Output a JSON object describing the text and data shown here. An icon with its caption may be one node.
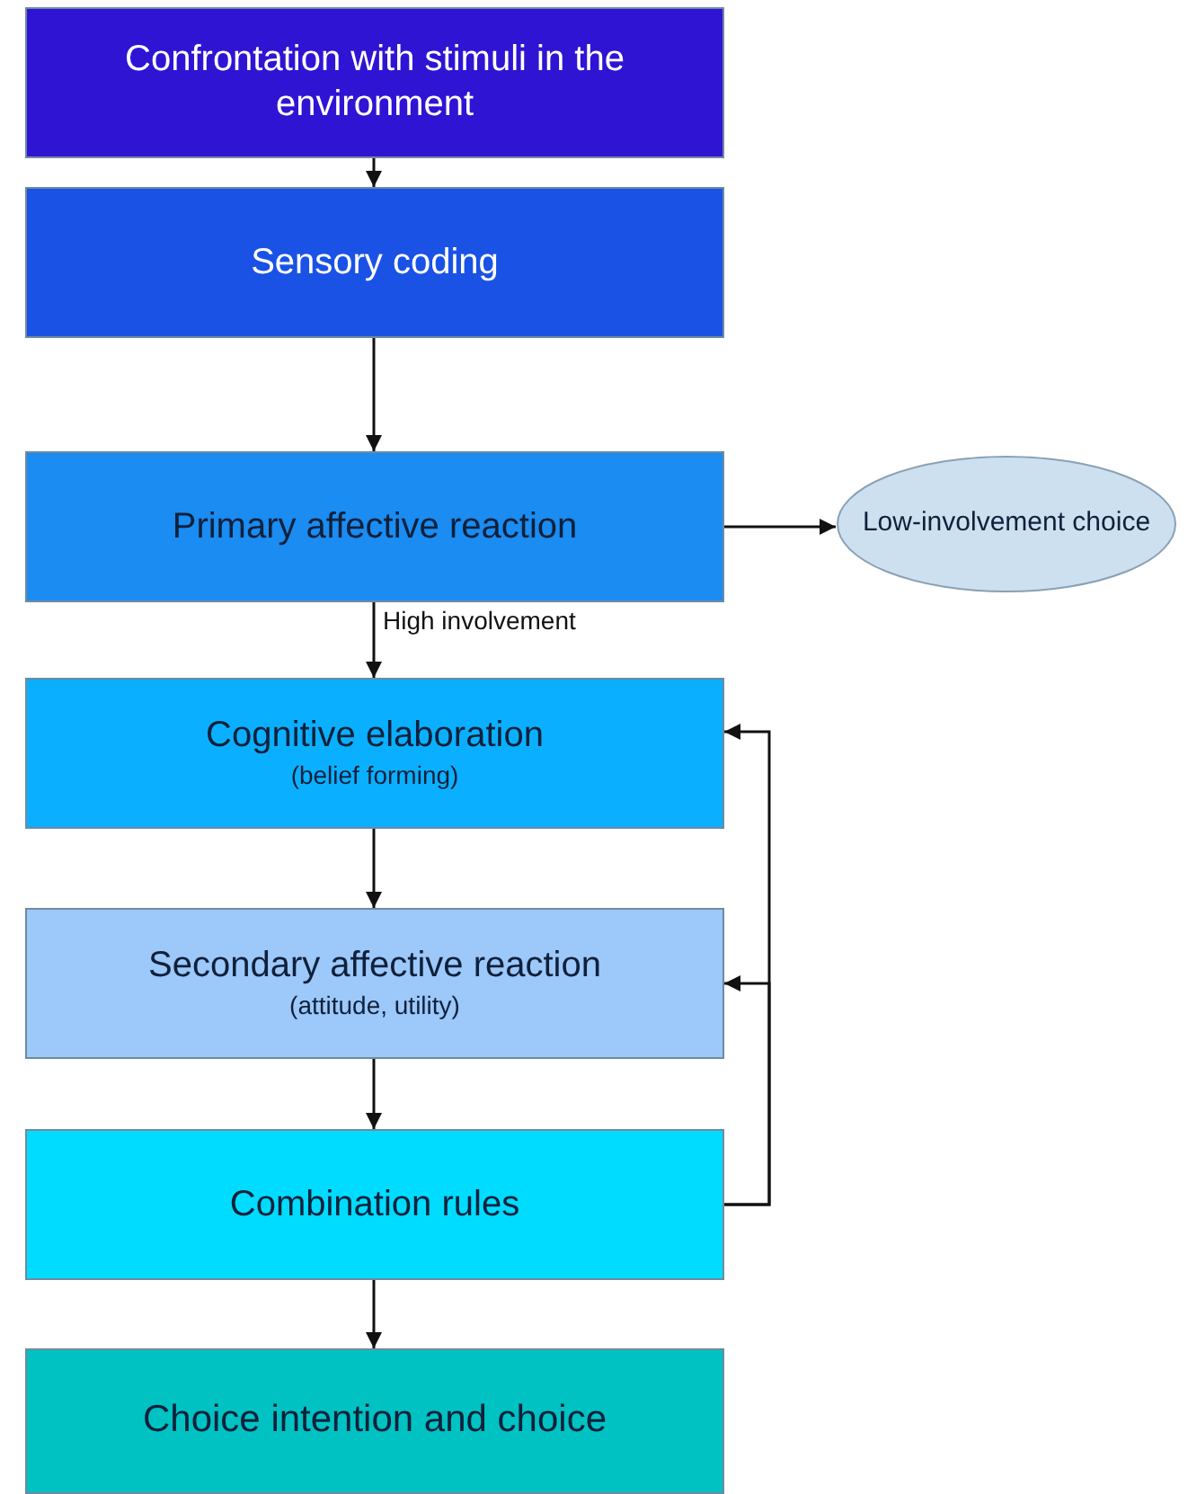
{
  "diagram": {
    "nodes": [
      {
        "text": [
          "Confrontation with stimuli in the environment"
        ]
      },
      {
        "text": [
          "Sensory coding"
        ]
      },
      {
        "text": [
          "Primary affective reaction"
        ]
      },
      {
        "text": [
          "Cognitive elaboration",
          "(belief forming)"
        ]
      },
      {
        "text": [
          "Secondary affective reaction",
          "(attitude, utility)"
        ]
      },
      {
        "text": [
          "Combination rules"
        ]
      },
      {
        "text": [
          "Choice intention and choice"
        ]
      },
      {
        "text": [
          "Low-involvement choice"
        ]
      }
    ],
    "edges": [
      {
        "from": 0,
        "to": 1,
        "arrow": "to"
      },
      {
        "from": 1,
        "to": 2,
        "arrow": "to"
      },
      {
        "from": 2,
        "to": 7,
        "arrow": "to"
      },
      {
        "from": 2,
        "to": 3,
        "arrow": "to",
        "label": "High involvement"
      },
      {
        "from": 3,
        "to": 4,
        "arrow": "to"
      },
      {
        "from": 4,
        "to": 5,
        "arrow": "to"
      },
      {
        "from": 5,
        "to": 6,
        "arrow": "to"
      },
      {
        "from": 5,
        "to": 3,
        "arrow": "to"
      },
      {
        "from": 5,
        "to": 4,
        "arrow": "to"
      }
    ]
  }
}
